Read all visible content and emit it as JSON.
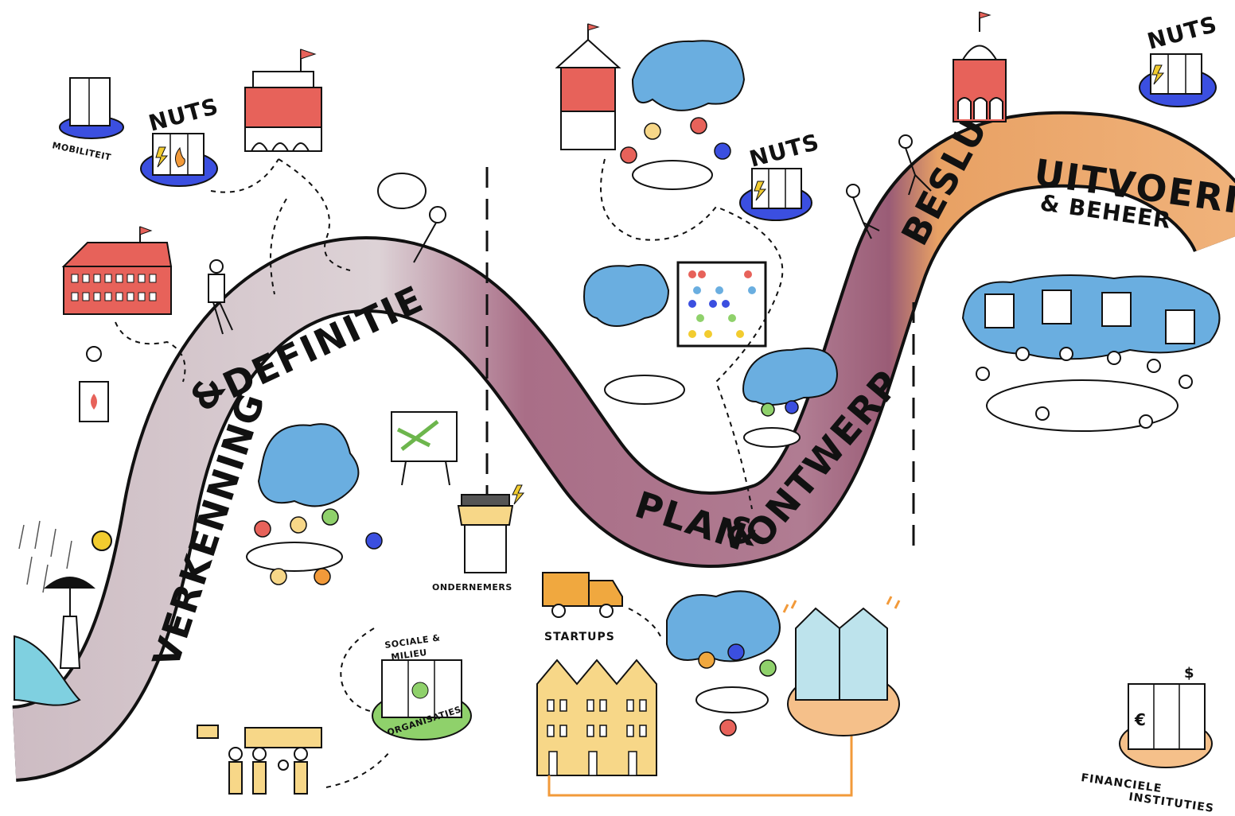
{
  "colors": {
    "road_dark": "#9a5c76",
    "road_light": "#d9cdd2",
    "road_orange": "#e8a164",
    "bubble_blue": "#6aaee0",
    "building_red": "#e7625a",
    "building_yellow": "#f7d788",
    "sun_yellow": "#f2cc2f",
    "water": "#7fd0e0",
    "org_green": "#8fd16b",
    "nuts_blue": "#3b4fe0",
    "glass": "#bde3ec",
    "ink": "#111111"
  },
  "phases": {
    "verkenning": "VERKENNING",
    "amp1": "&",
    "definitie": "DEFINITIE",
    "plan": "PLAN",
    "amp2": "&",
    "ontwerp": "ONTWERP",
    "besluit": "BESLUIT",
    "uitvoering": "UITVOERING",
    "beheer": "& BEHEER"
  },
  "labels": {
    "mobiliteit": "MOBILITEIT",
    "nuts1": "NUTS",
    "nuts2": "NUTS",
    "nuts3": "NUTS",
    "ondernemers": "ONDERNEMERS",
    "startups": "STARTUPS",
    "sociale_line1": "SOCIALE &",
    "sociale_line2": "MILIEU",
    "organisaties": "ORGANISATIES",
    "financiele": "FINANCIELE",
    "instituties": "INSTITUTIES"
  },
  "icons": [
    "umbrella-icon",
    "sun-icon",
    "rain-icon",
    "lightning-icon",
    "flame-icon",
    "euro-icon",
    "dollar-icon",
    "abacus-icon",
    "flag-icon",
    "truck-icon",
    "greenhouse-icon"
  ]
}
